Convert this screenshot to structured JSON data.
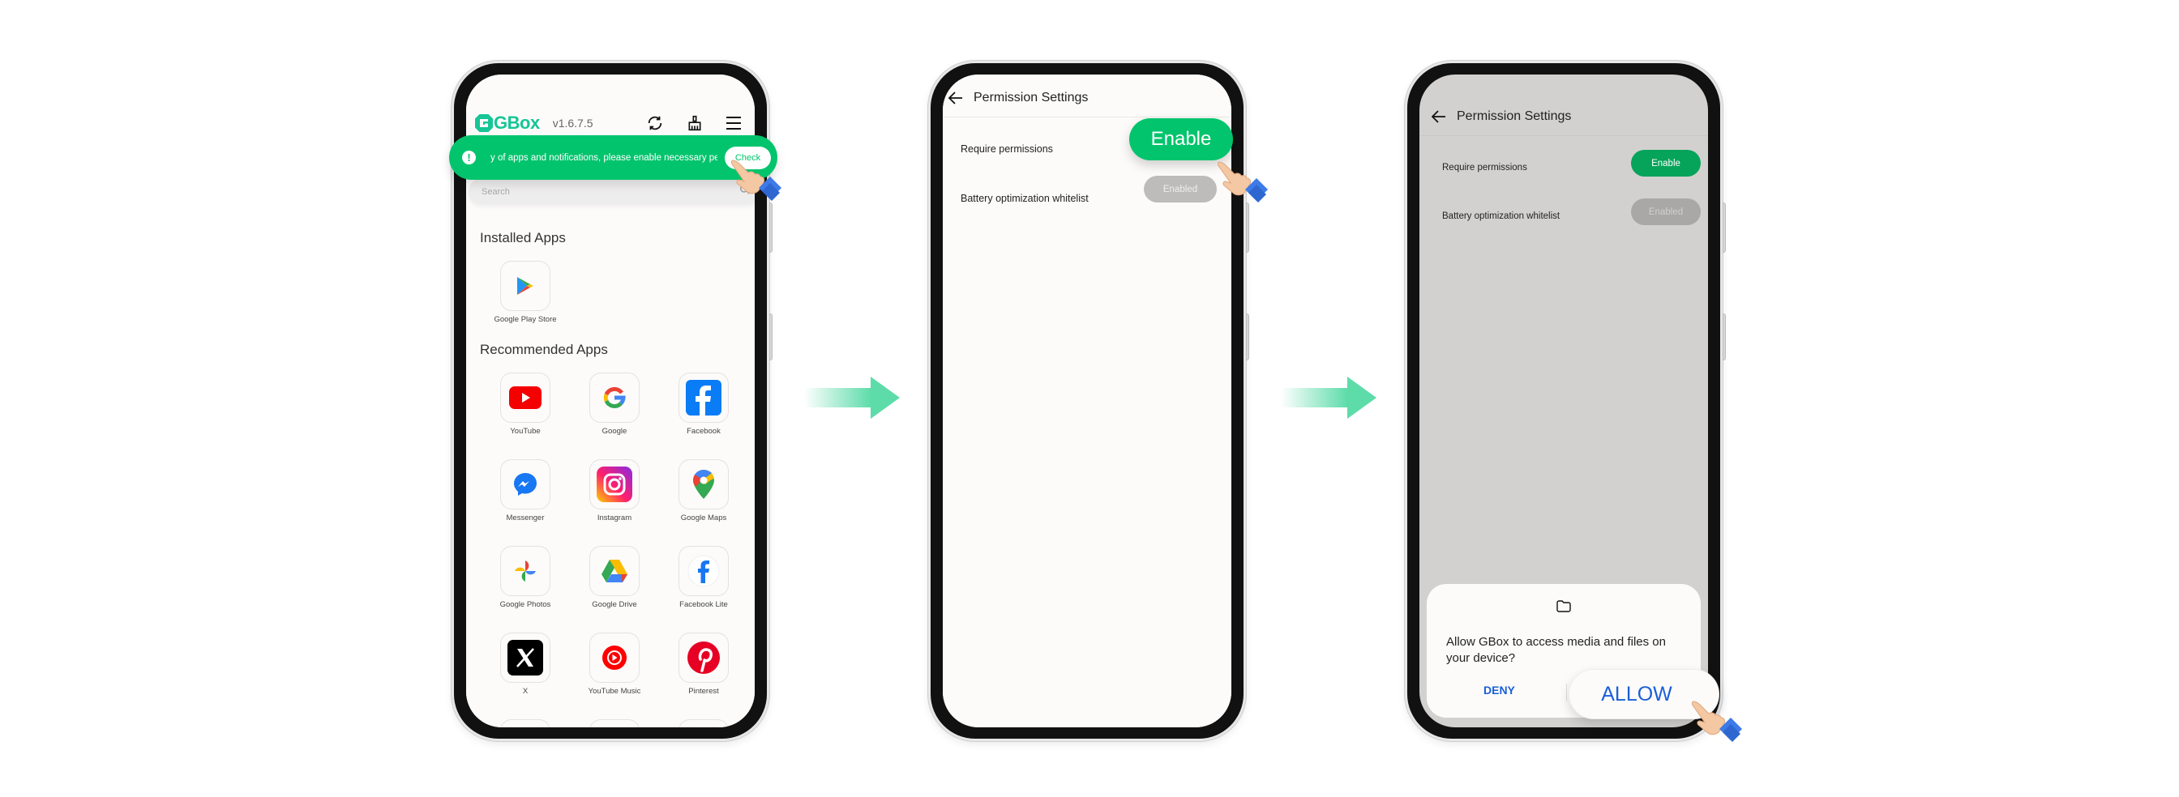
{
  "colors": {
    "brand_green": "#02c46c",
    "enable_green_dim": "#05a45a",
    "disabled_gray": "#bdbcbb",
    "dim_overlay": "#d3d1cf",
    "arrow_green": "#5ddcaa",
    "link_blue": "#1a5fd8"
  },
  "steps": [
    {
      "app": {
        "name": "GBox",
        "version": "v1.6.7.5",
        "header_icons": [
          "refresh-icon",
          "clean-broom-icon",
          "menu-icon"
        ]
      },
      "notification": {
        "icon": "warning-icon",
        "message": "y of apps and notifications, please enable necessary perm",
        "button": "Check"
      },
      "search": {
        "placeholder": "Search"
      },
      "installed": {
        "title": "Installed Apps",
        "apps": [
          {
            "name": "Google Play Store",
            "icon": "google-play-icon"
          }
        ]
      },
      "recommended": {
        "title": "Recommended Apps",
        "apps": [
          {
            "name": "YouTube",
            "icon": "youtube-icon"
          },
          {
            "name": "Google",
            "icon": "google-icon"
          },
          {
            "name": "Facebook",
            "icon": "facebook-icon"
          },
          {
            "name": "Messenger",
            "icon": "messenger-icon"
          },
          {
            "name": "Instagram",
            "icon": "instagram-icon"
          },
          {
            "name": "Google Maps",
            "icon": "google-maps-icon"
          },
          {
            "name": "Google Photos",
            "icon": "google-photos-icon"
          },
          {
            "name": "Google Drive",
            "icon": "google-drive-icon"
          },
          {
            "name": "Facebook Lite",
            "icon": "facebook-lite-icon"
          },
          {
            "name": "X",
            "icon": "x-icon"
          },
          {
            "name": "YouTube Music",
            "icon": "youtube-music-icon"
          },
          {
            "name": "Pinterest",
            "icon": "pinterest-icon"
          }
        ]
      }
    },
    {
      "title": "Permission Settings",
      "rows": [
        {
          "label": "Require permissions",
          "button": "Enable",
          "state": "active"
        },
        {
          "label": "Battery optimization whitelist",
          "button": "Enabled",
          "state": "disabled"
        }
      ]
    },
    {
      "title": "Permission Settings",
      "rows": [
        {
          "label": "Require permissions",
          "button": "Enable",
          "state": "active"
        },
        {
          "label": "Battery optimization whitelist",
          "button": "Enabled",
          "state": "disabled"
        }
      ],
      "dialog": {
        "icon": "folder-icon",
        "question": "Allow GBox to access media and files on your device?",
        "deny": "DENY",
        "allow": "ALLOW"
      }
    }
  ]
}
